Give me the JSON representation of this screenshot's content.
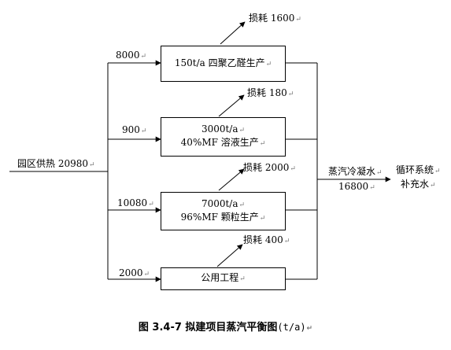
{
  "diagram": {
    "input": {
      "label": "园区供热 20980"
    },
    "branches": [
      {
        "flow": "8000",
        "process": [
          "150t/a  四聚乙醛生产"
        ],
        "loss": "损耗 1600"
      },
      {
        "flow": "900",
        "process": [
          "3000t/a",
          "40%MF 溶液生产"
        ],
        "loss": "损耗 180"
      },
      {
        "flow": "10080",
        "process": [
          "7000t/a",
          "96%MF 颗粒生产"
        ],
        "loss": "损耗 2000"
      },
      {
        "flow": "2000",
        "process": [
          "公用工程"
        ],
        "loss": "损耗 400"
      }
    ],
    "condensate": {
      "label": "蒸汽冷凝水",
      "value": "16800"
    },
    "output": {
      "line1": "循环系统",
      "line2": "补充水"
    },
    "edit_mark": "↵",
    "caption": {
      "title": "图 3.4-7   拟建项目蒸汽平衡图",
      "unit": "(t/a)"
    }
  }
}
